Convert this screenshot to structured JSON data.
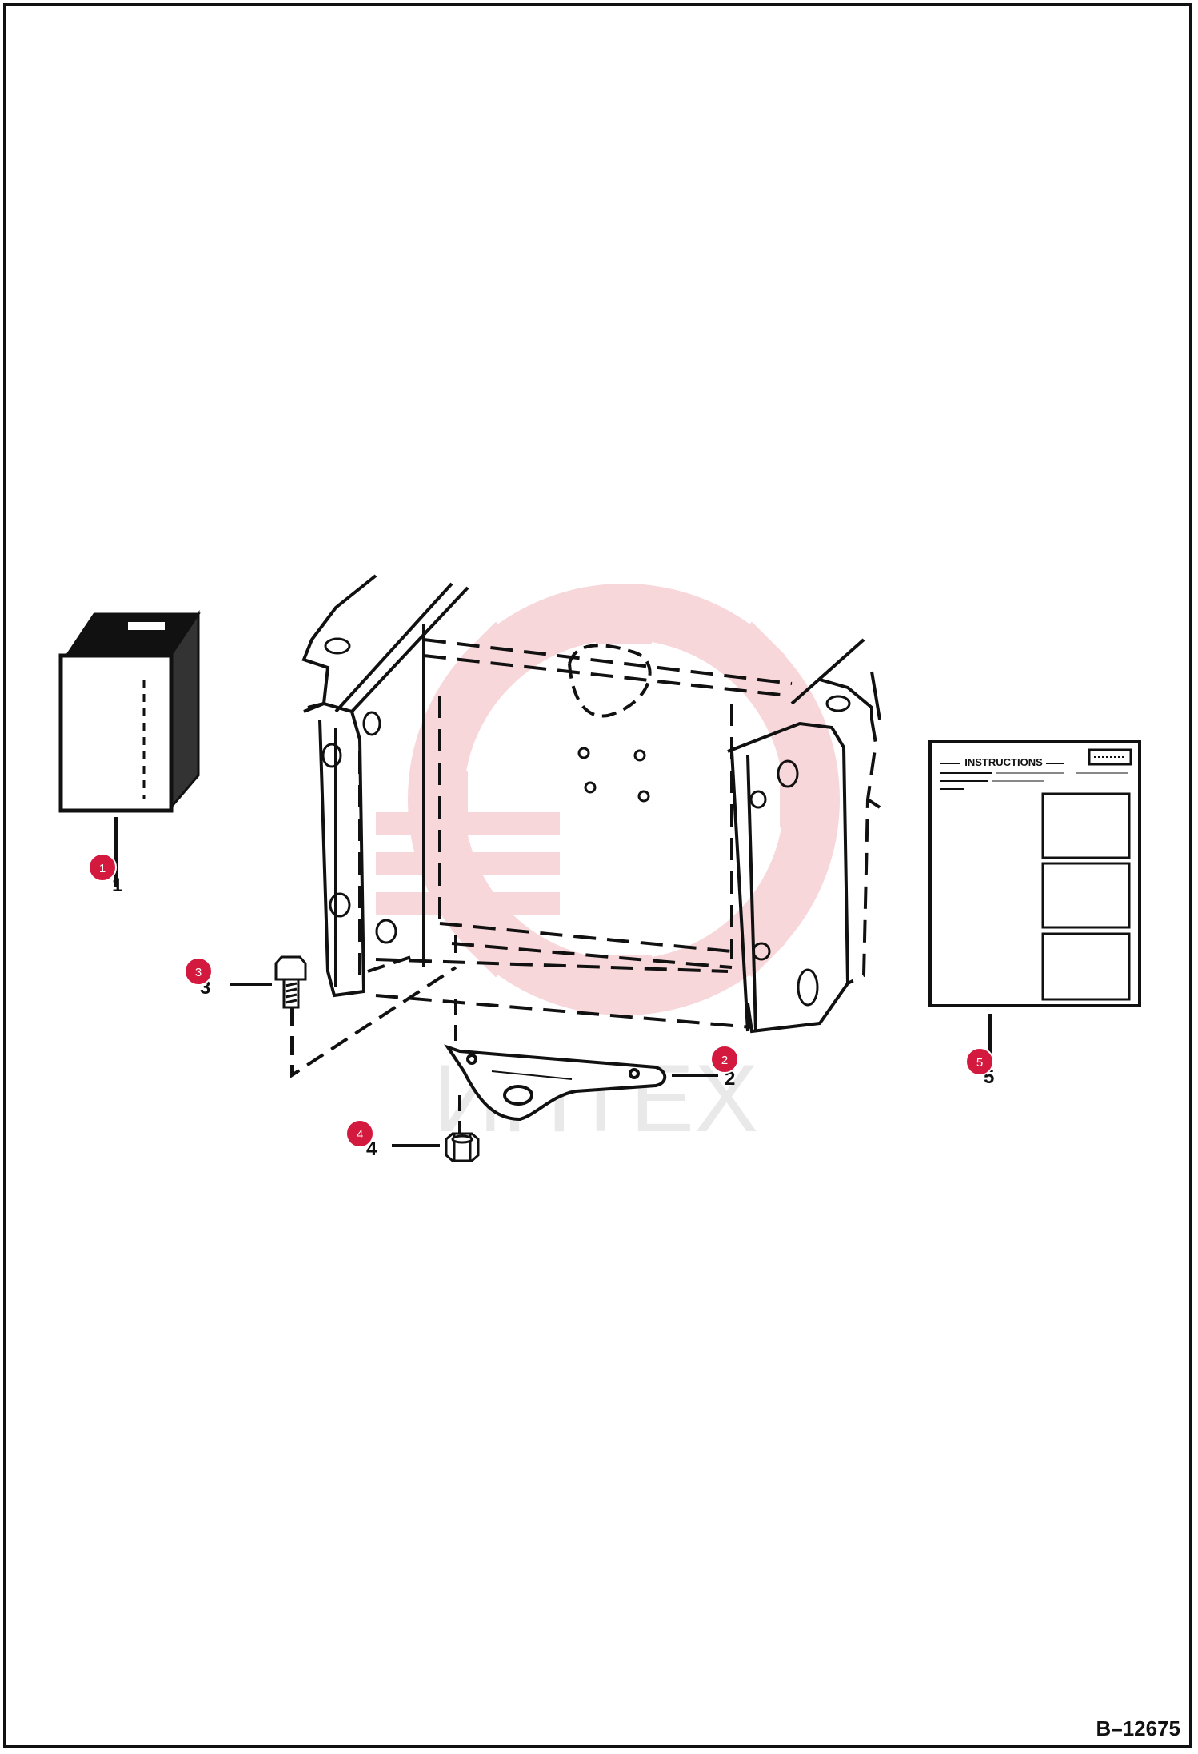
{
  "diagram": {
    "reference_code": "B–12675",
    "watermark_text": "ИНТЕХ",
    "colors": {
      "line": "#111111",
      "badge": "#d3193d",
      "watermark": "#f4b7bd"
    },
    "callouts": [
      {
        "id": "1",
        "label": "1"
      },
      {
        "id": "2",
        "label": "2"
      },
      {
        "id": "3",
        "label": "3"
      },
      {
        "id": "4",
        "label": "4"
      },
      {
        "id": "5",
        "label": "5"
      }
    ],
    "instructions_sheet": {
      "title": "INSTRUCTIONS"
    }
  }
}
